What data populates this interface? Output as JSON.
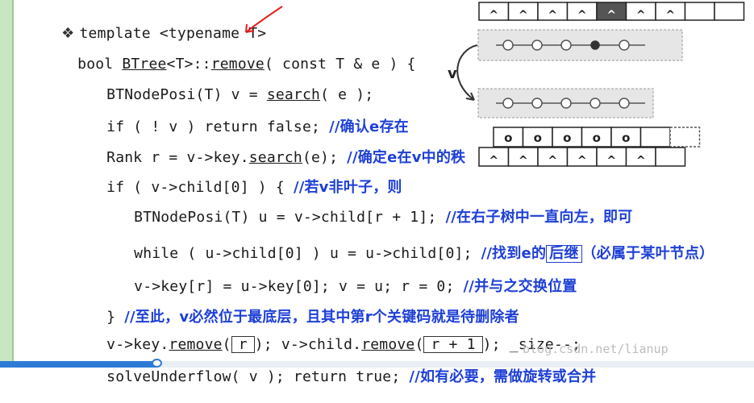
{
  "code": {
    "line1": {
      "bullet": "❖",
      "text": "template <typename T>"
    },
    "line2": {
      "p1": "bool ",
      "p2": "BTree",
      "p3": "<T>::",
      "p4": "remove",
      "p5": "( const T & e ) {"
    },
    "line3": {
      "p1": "BTNodePosi(T) v = ",
      "p2": "search",
      "p3": "( e );"
    },
    "line4": {
      "code": "if ( ! v ) return false; ",
      "comment": "//确认e存在"
    },
    "line5": {
      "p1": "Rank r = v->key.",
      "p2": "search",
      "p3": "(e); ",
      "comment": "//确定e在v中的秩"
    },
    "line6": {
      "code": "if ( v->child[0] ) { ",
      "comment": "//若v非叶子，则"
    },
    "line7": {
      "code": "BTNodePosi(T) u = v->child[r + 1]; ",
      "comment": "//在右子树中一直向左，即可"
    },
    "line8": {
      "code": "while ( u->child[0] ) u = u->child[0]; ",
      "comment_a": "//找到e的",
      "comment_box": "后继",
      "comment_b": "（必属于某叶节点）"
    },
    "line9": {
      "code": "v->key[r] = u->key[0]; v = u; r = 0; ",
      "comment": "//并与之交换位置"
    },
    "line10": {
      "code": "} ",
      "comment": "//至此，v必然位于最底层，且其中第r个关键码就是待删除者"
    },
    "line11": {
      "p1": "v->key.",
      "p2": "remove",
      "p3": "(",
      "box1": "r",
      "p4": "); v->child.",
      "p5": "remove",
      "p6": "(",
      "box2": "r + 1",
      "p7": "); _size--;"
    },
    "line12": {
      "code": "solveUnderflow( v ); return true; ",
      "comment": "//如有必要，需做旋转或合并"
    }
  },
  "diagram": {
    "v_label": "v",
    "top_row_arrows": [
      "^",
      "^",
      "^",
      "^",
      "^",
      "^",
      "^",
      "",
      ""
    ],
    "key_row_values": [
      "o",
      "o",
      "o",
      "o",
      "o",
      "",
      ""
    ],
    "bottom_row_arrows": [
      "^",
      "^",
      "^",
      "^",
      "^",
      "^",
      ""
    ]
  },
  "watermark": "blog.csdn.net/lianup",
  "colors": {
    "comment": "#1e40d6",
    "annotation_arrow": "#e02020",
    "left_border": "#c9e6c2"
  }
}
